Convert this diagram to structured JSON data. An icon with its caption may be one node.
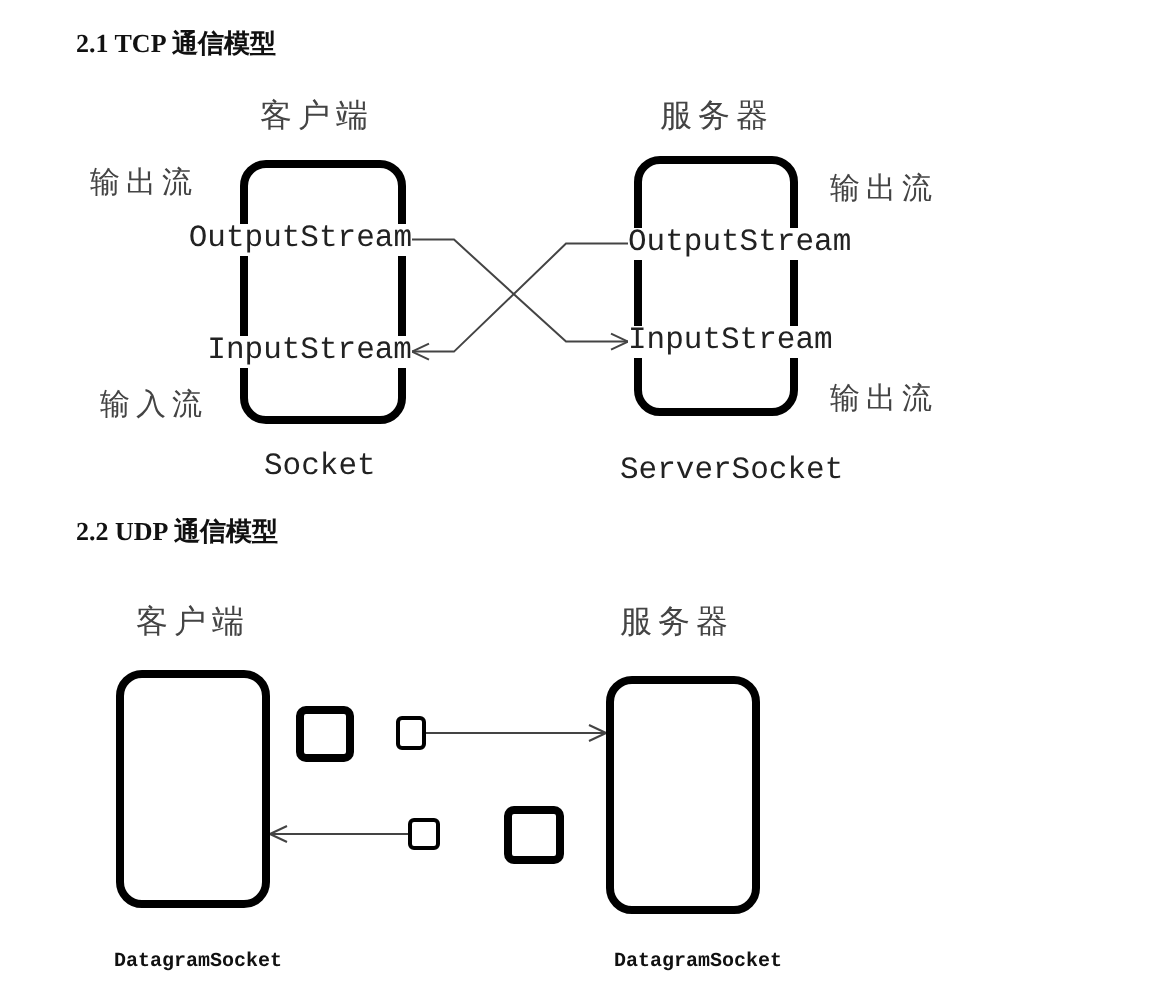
{
  "diagram": {
    "nodes": [
      {
        "text": [
          "客户端"
        ],
        "beside": [
          "Socket"
        ]
      },
      {
        "text": [
          "OutputStream"
        ],
        "beside": [
          "输出流"
        ]
      },
      {
        "text": [
          "InputStream"
        ],
        "beside": [
          "输入流"
        ]
      },
      {
        "text": [
          "服务器"
        ],
        "beside": [
          "ServerSocket"
        ]
      },
      {
        "text": [
          "OutputStream"
        ],
        "beside": [
          "输出流"
        ]
      },
      {
        "text": [
          "InputStream"
        ],
        "beside": [
          "输出流"
        ]
      },
      {
        "text": [
          "客户端"
        ],
        "beside": [
          "DatagramSocket"
        ]
      },
      {
        "text": [],
        "shape": "box"
      },
      {
        "text": [],
        "shape": "box"
      },
      {
        "text": [],
        "shape": "box"
      },
      {
        "text": [],
        "shape": "box"
      },
      {
        "text": [
          "服务器"
        ],
        "beside": [
          "DatagramSocket"
        ]
      }
    ],
    "edges": [
      {
        "from": 1,
        "to": 5,
        "arrow": "to"
      },
      {
        "from": 4,
        "to": 2,
        "arrow": "to"
      },
      {
        "from": 8,
        "to": 11,
        "arrow": "to"
      },
      {
        "from": 9,
        "to": 6,
        "arrow": "to"
      }
    ],
    "labels": [
      "2.1 TCP 通信模型",
      "2.2 UDP 通信模型"
    ]
  }
}
